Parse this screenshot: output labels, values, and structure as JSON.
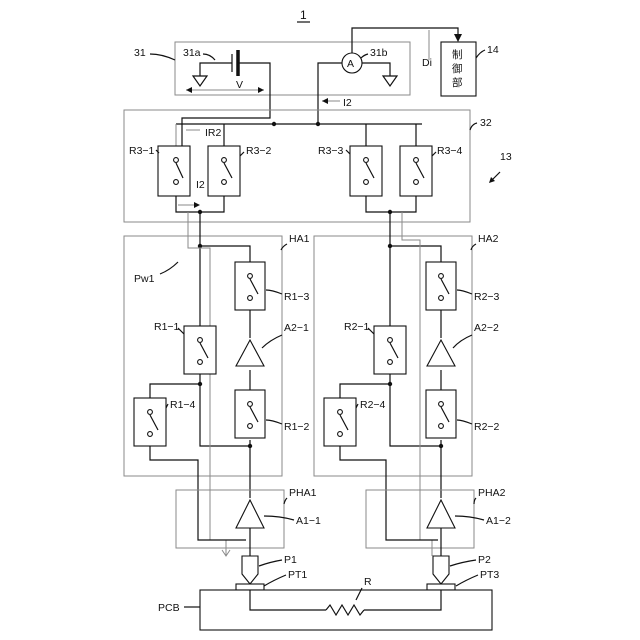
{
  "figure_number": "1",
  "blocks": {
    "main_unit": "13",
    "power_unit": "31",
    "battery": "31a",
    "ammeter": "31b",
    "ammeter_symbol": "A",
    "relay_group": "32",
    "control_unit": "14",
    "control_text": [
      "制",
      "御",
      "部"
    ],
    "head_1": "HA1",
    "head_2": "HA2",
    "pre_1": "PHA1",
    "pre_2": "PHA2",
    "board": "PCB"
  },
  "signals": {
    "voltage": "V",
    "current_1": "I2",
    "current_2": "I2",
    "current_3": "IR2",
    "data": "Di",
    "wire": "Pw1"
  },
  "relays": {
    "r31": "R3−1",
    "r32": "R3−2",
    "r33": "R3−3",
    "r34": "R3−4",
    "r11": "R1−1",
    "r13": "R1−3",
    "r12": "R1−2",
    "r14": "R1−4",
    "r21": "R2−1",
    "r23": "R2−3",
    "r22": "R2−2",
    "r24": "R2−4"
  },
  "amplifiers": {
    "a21": "A2−1",
    "a22": "A2−2",
    "a11": "A1−1",
    "a12": "A1−2"
  },
  "probes": {
    "p1": "P1",
    "p2": "P2",
    "pt1": "PT1",
    "pt3": "PT3"
  },
  "resistor": "R"
}
